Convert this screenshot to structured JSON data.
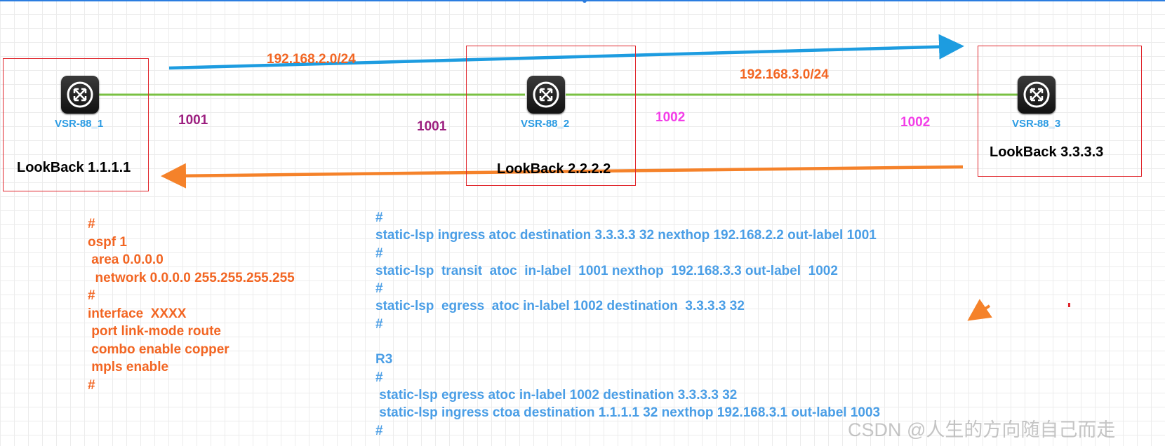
{
  "routers": [
    {
      "name": "VSR-88_1",
      "loopback": "LookBack 1.1.1.1",
      "icon": "router-icon"
    },
    {
      "name": "VSR-88_2",
      "loopback": "LookBack 2.2.2.2",
      "icon": "router-icon"
    },
    {
      "name": "VSR-88_3",
      "loopback": "LookBack 3.3.3.3",
      "icon": "router-icon"
    }
  ],
  "networks": [
    "192.168.2.0/24",
    "192.168.3.0/24"
  ],
  "labels": {
    "r1_r2_left": "1001",
    "r1_r2_right": "1001",
    "r2_r3_left": "1002",
    "r2_r3_right": "1002"
  },
  "config_left": "#\nospf 1\n area 0.0.0.0\n  network 0.0.0.0 255.255.255.255\n#\ninterface  XXXX\n port link-mode route\n combo enable copper\n mpls enable\n#",
  "config_mid": "#\nstatic-lsp ingress atoc destination 3.3.3.3 32 nexthop 192.168.2.2 out-label 1001\n#\nstatic-lsp  transit  atoc  in-label  1001 nexthop  192.168.3.3 out-label  1002\n#\nstatic-lsp  egress  atoc in-label 1002 destination  3.3.3.3 32\n#\n\nR3\n#\n static-lsp egress atoc in-label 1002 destination 3.3.3.3 32\n static-lsp ingress ctoa destination 1.1.1.1 32 nexthop 192.168.3.1 out-label 1003\n#",
  "watermark": "CSDN @人生的方向随自己而走",
  "colors": {
    "link": "#7ac143",
    "arrow_forward": "#1d9ce0",
    "arrow_back": "#f5822a",
    "box": "#e0262c"
  }
}
